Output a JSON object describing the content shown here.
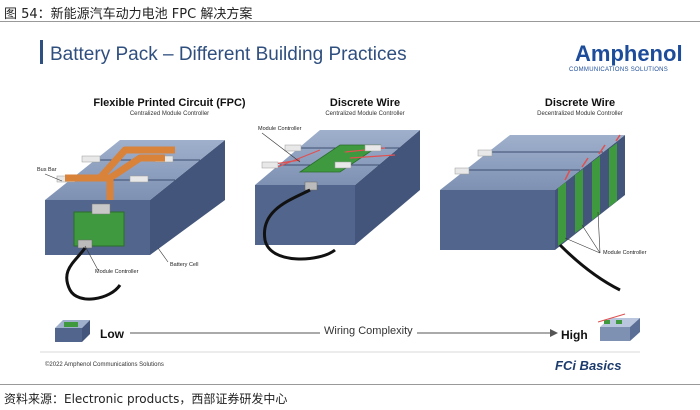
{
  "figure_title": "图 54：新能源汽车动力电池 FPC 解决方案",
  "source": "资料来源：Electronic products，西部证券研发中心",
  "slide": {
    "title": "Battery Pack – Different Building Practices",
    "brand_name": "Amphenol",
    "brand_sub": "COMMUNICATIONS SOLUTIONS",
    "panels": [
      {
        "title": "Flexible Printed Circuit (FPC)",
        "subtitle": "Centralized Module Controller"
      },
      {
        "title": "Discrete Wire",
        "subtitle": "Centralized Module Controller"
      },
      {
        "title": "Discrete Wire",
        "subtitle": "Decentralized Module Controller"
      }
    ],
    "callouts": {
      "bus_bar": "Bus Bar",
      "module_controller_1": "Module Controller",
      "battery_cell": "Battery Cell",
      "module_controller_2": "Module Controller",
      "module_controller_3": "Module Controller"
    },
    "axis": {
      "low": "Low",
      "middle": "Wiring Complexity",
      "high": "High"
    },
    "copyright": "©2022 Amphenol Communications Solutions",
    "footer_logo": "FCi Basics"
  },
  "colors": {
    "title_blue": "#2f4f7f",
    "brand_blue": "#1d4d9a",
    "cell_blue": "#5b6e96",
    "fpc_orange": "#d9823a",
    "pcb_green": "#3f9a3f"
  }
}
